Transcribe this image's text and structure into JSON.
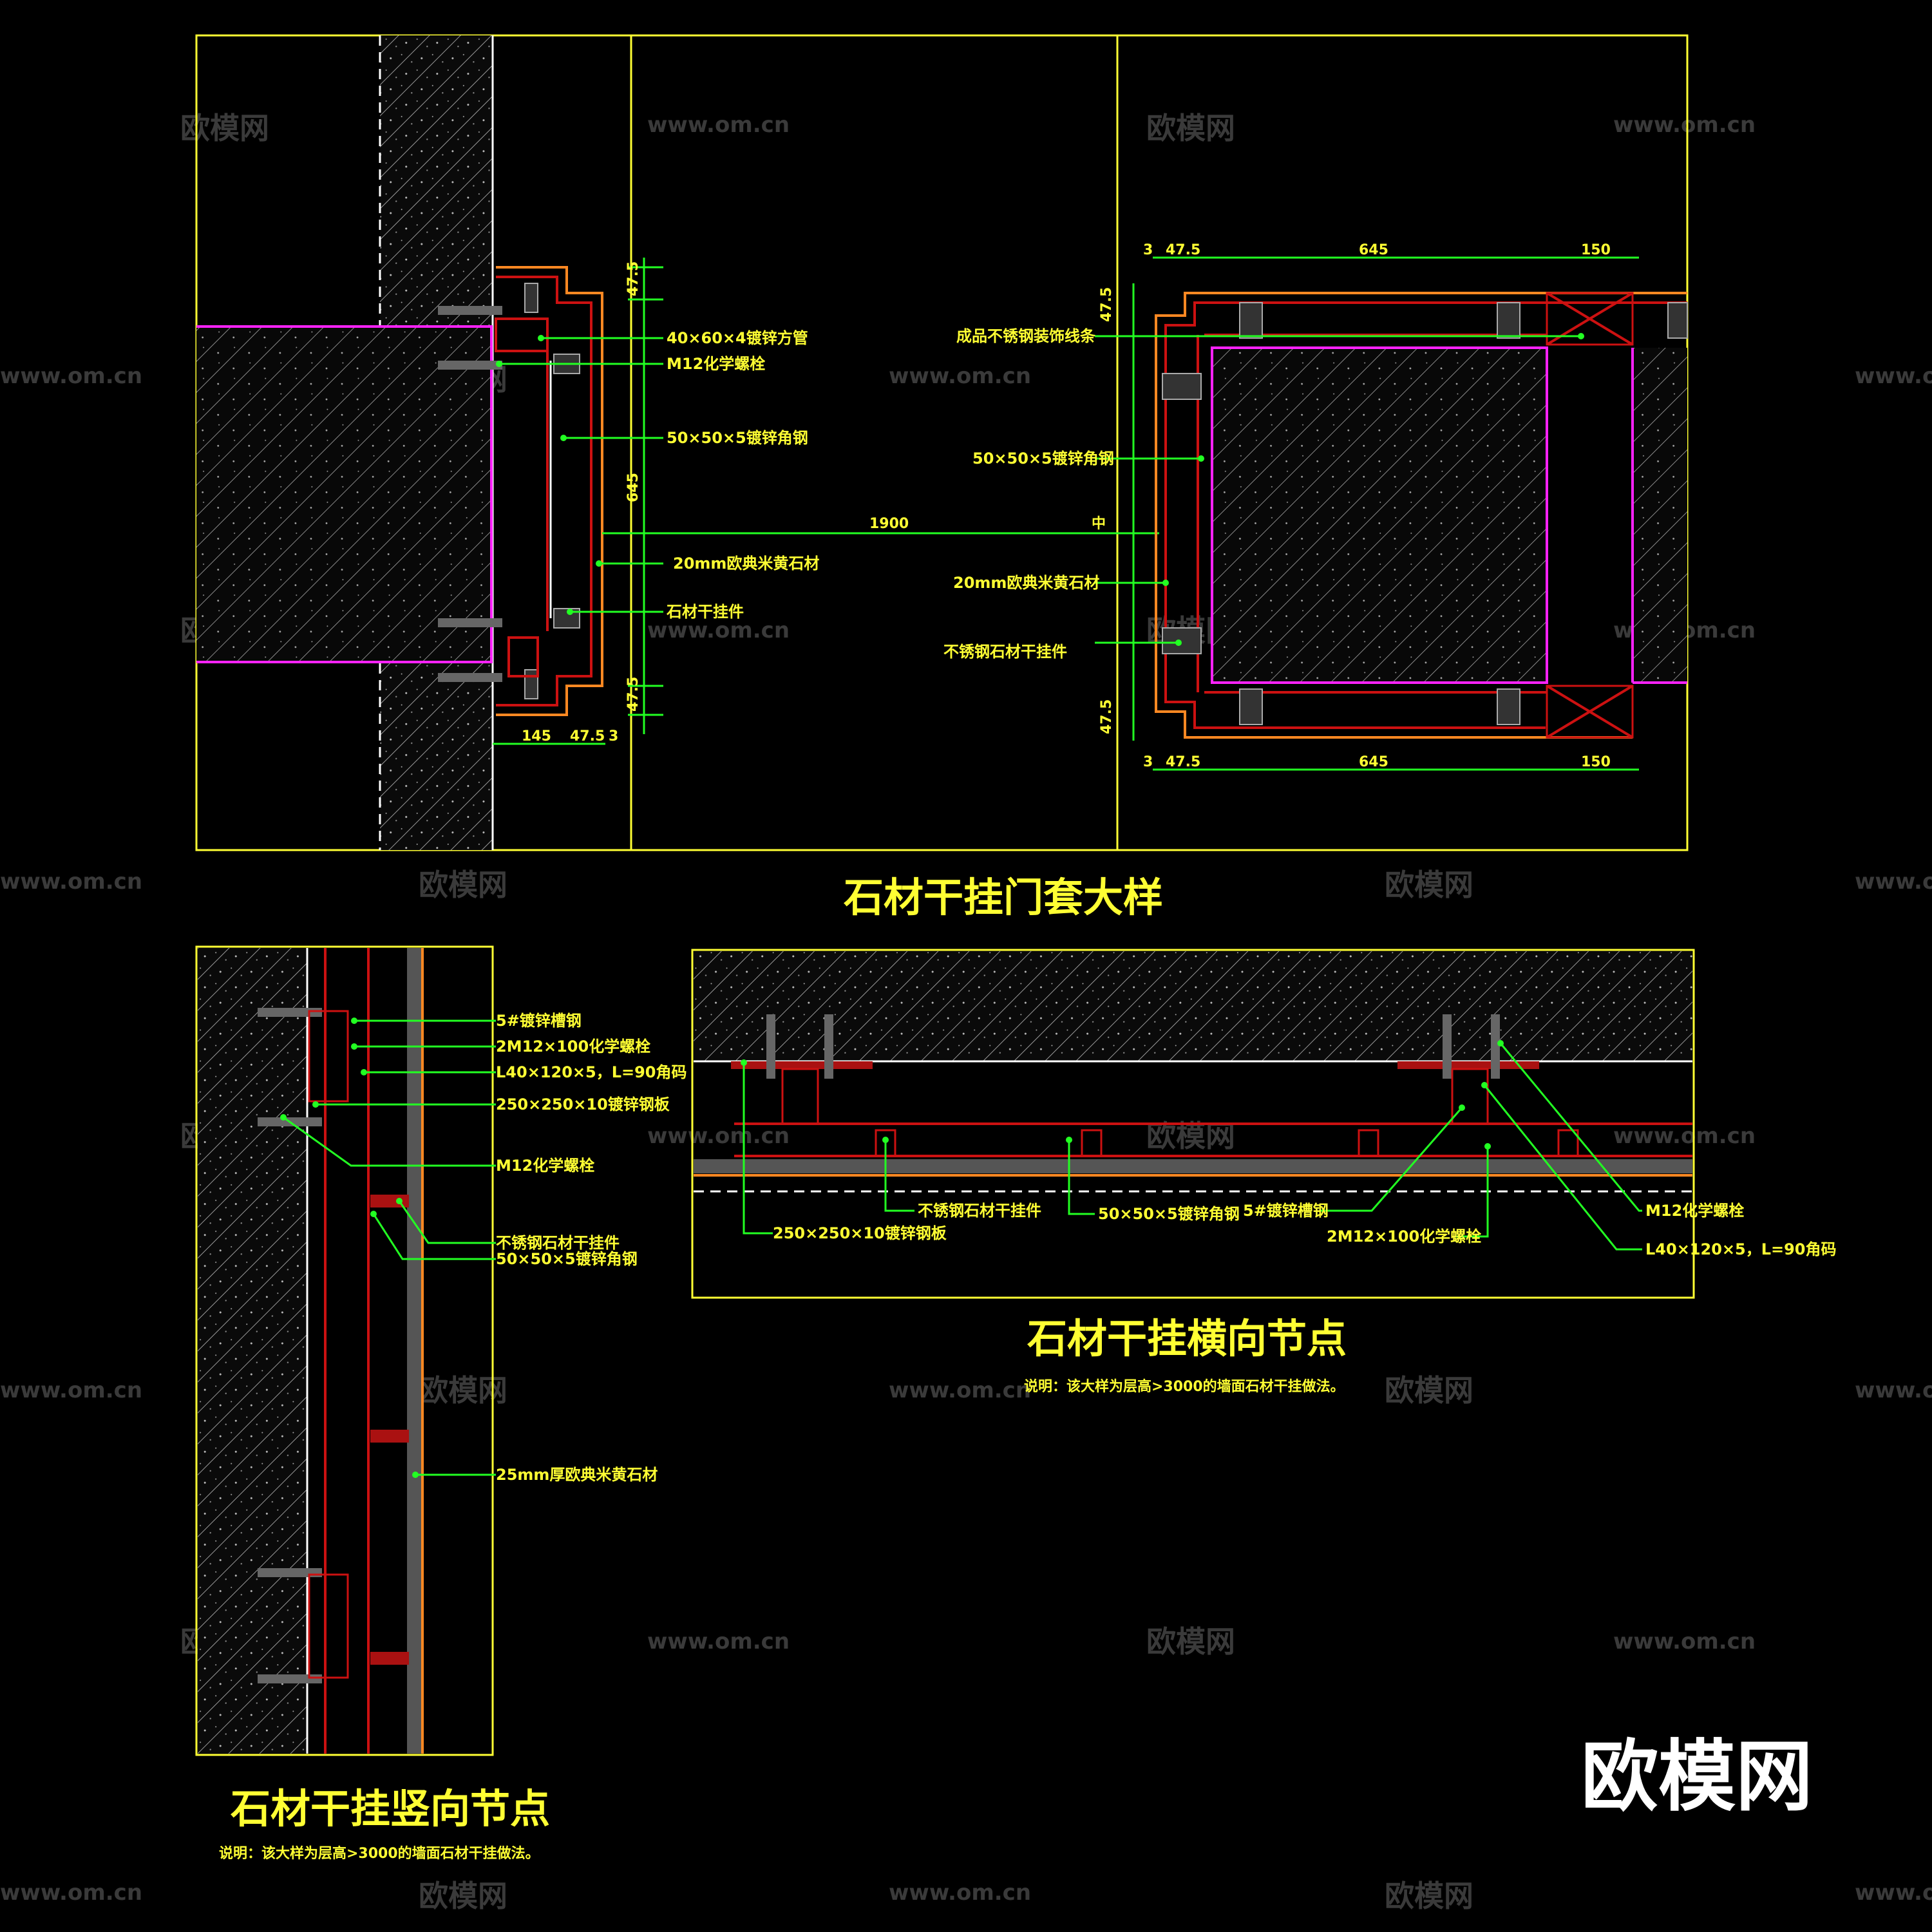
{
  "door_detail": {
    "title": "石材干挂门套大样",
    "left_labels": [
      "40×60×4镀锌方管",
      "M12化学螺栓",
      "50×50×5镀锌角钢",
      "20mm欧典米黄石材",
      "石材干挂件"
    ],
    "right_labels": [
      "成品不锈钢装饰线条",
      "50×50×5镀锌角钢",
      "20mm欧典米黄石材",
      "不锈钢石材干挂件"
    ],
    "dims": {
      "opening": "1900",
      "center": "中",
      "left_bottom": [
        "145",
        "47.5",
        "3"
      ],
      "right_top": [
        "3",
        "47.5",
        "645",
        "150"
      ],
      "right_bottom": [
        "3",
        "47.5",
        "645",
        "150"
      ],
      "left_vertical_top": "47.5",
      "left_vertical_mid": "645",
      "left_vertical_bottom": "47.5",
      "right_vertical_top": "47.5",
      "right_vertical_bottom": "47.5"
    }
  },
  "vertical_node": {
    "title": "石材干挂竖向节点",
    "note": "说明：该大样为层高>3000的墙面石材干挂做法。",
    "labels": [
      "5#镀锌槽钢",
      "2M12×100化学螺栓",
      "L40×120×5，L=90角码",
      "250×250×10镀锌钢板",
      "M12化学螺栓",
      "不锈钢石材干挂件",
      "50×50×5镀锌角钢",
      "25mm厚欧典米黄石材"
    ]
  },
  "horizontal_node": {
    "title": "石材干挂横向节点",
    "note": "说明：该大样为层高>3000的墙面石材干挂做法。",
    "labels": [
      "M12化学螺栓",
      "L40×120×5，L=90角码",
      "250×250×10镀锌钢板",
      "不锈钢石材干挂件",
      "50×50×5镀锌角钢",
      "5#镀锌槽钢",
      "2M12×100化学螺栓"
    ]
  },
  "watermarks": {
    "brand": "欧模网",
    "url": "www.om.cn"
  },
  "colors": {
    "background": "#000000",
    "frame": "#ffff33",
    "leader": "#22ff22",
    "steel": "#cc1111",
    "opening": "#ff22ff",
    "stone": "#ff8822"
  }
}
